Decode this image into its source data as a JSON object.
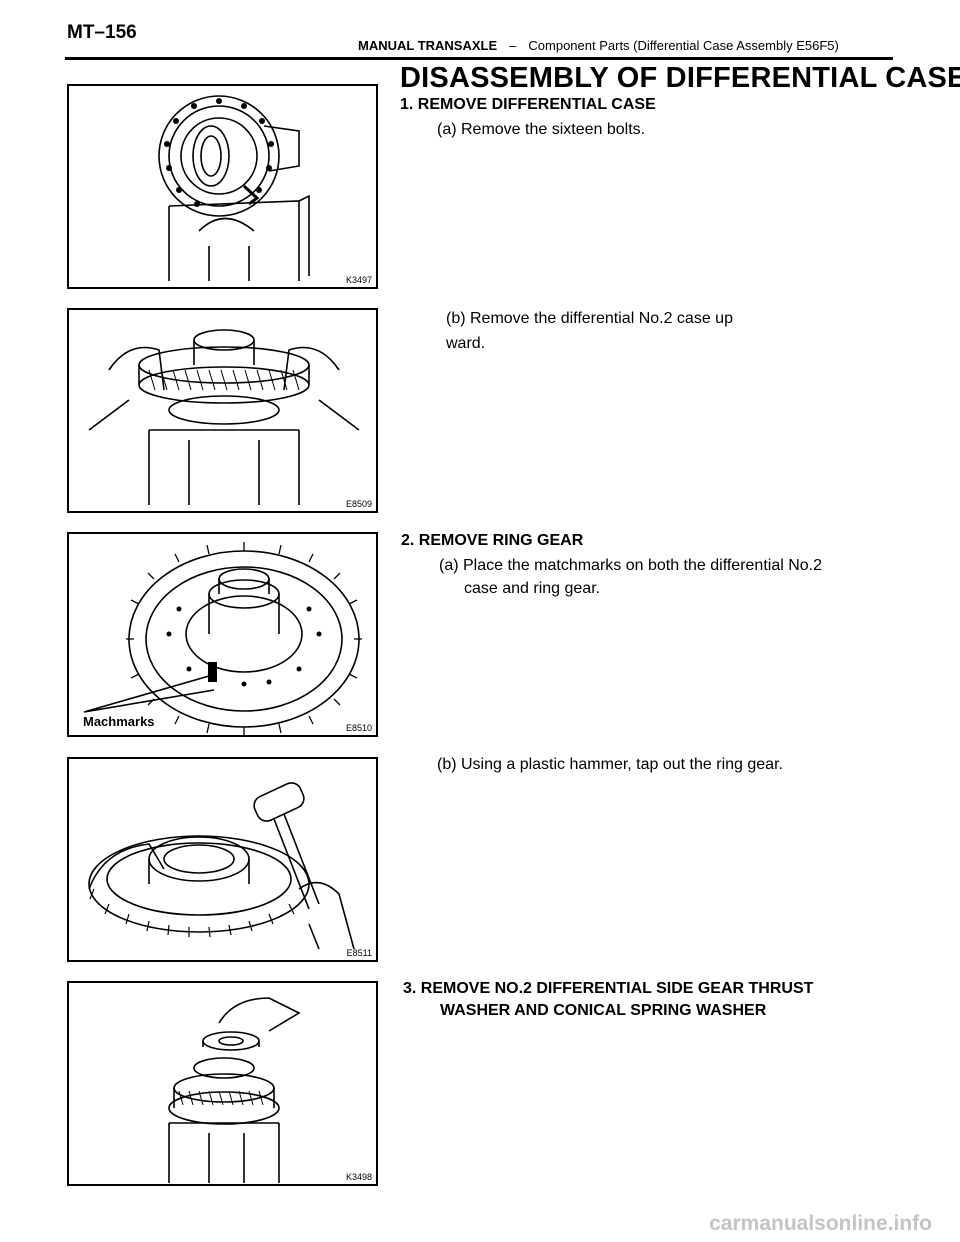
{
  "header": {
    "page_number": "MT–156",
    "section": "MANUAL TRANSAXLE",
    "separator": "–",
    "subsection": "Component Parts (Differential Case Assembly E56F5)"
  },
  "title": "DISASSEMBLY OF DIFFERENTIAL CASE",
  "steps": [
    {
      "heading": "1. REMOVE DIFFERENTIAL CASE",
      "subs": [
        "(a) Remove the sixteen bolts.",
        "(b) Remove the differential No.2 case up",
        "ward."
      ]
    },
    {
      "heading": "2. REMOVE RING GEAR",
      "subs": [
        "(a) Place the matchmarks on both the differential No.2",
        "case and ring gear.",
        "(b) Using a plastic hammer, tap out the ring gear."
      ]
    },
    {
      "heading_line1": "3. REMOVE NO.2 DIFFERENTIAL SIDE GEAR THRUST",
      "heading_line2": "WASHER AND CONICAL SPRING WASHER"
    }
  ],
  "figures": [
    {
      "code": "K3497"
    },
    {
      "code": "E8509"
    },
    {
      "code": "E8510",
      "label": "Machmarks"
    },
    {
      "code": "E8511"
    },
    {
      "code": "K3498"
    }
  ],
  "watermark": "carmanualsonline.info"
}
